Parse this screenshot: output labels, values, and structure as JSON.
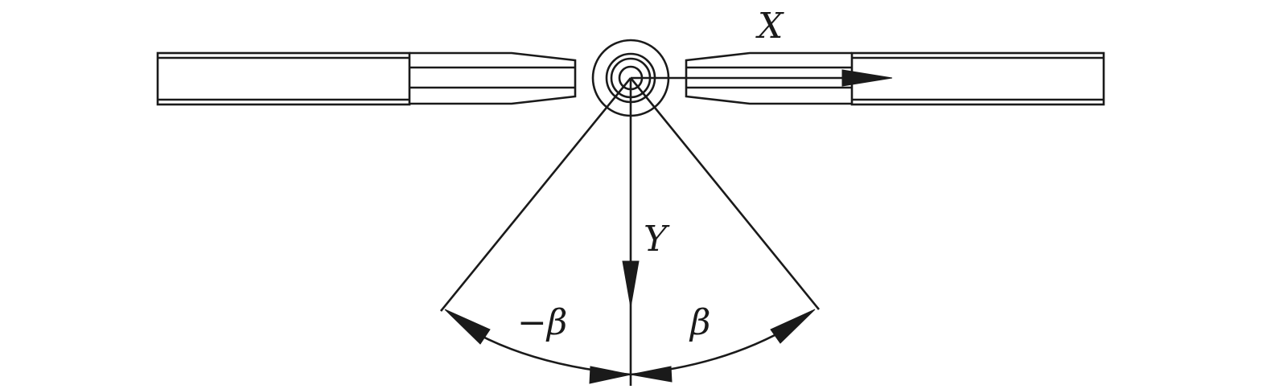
{
  "labels": {
    "x_axis": "X",
    "y_axis": "Y",
    "angle_negative": "−β",
    "angle_positive": "β"
  },
  "colors": {
    "line": "#1a1a1a",
    "background": "#ffffff"
  }
}
